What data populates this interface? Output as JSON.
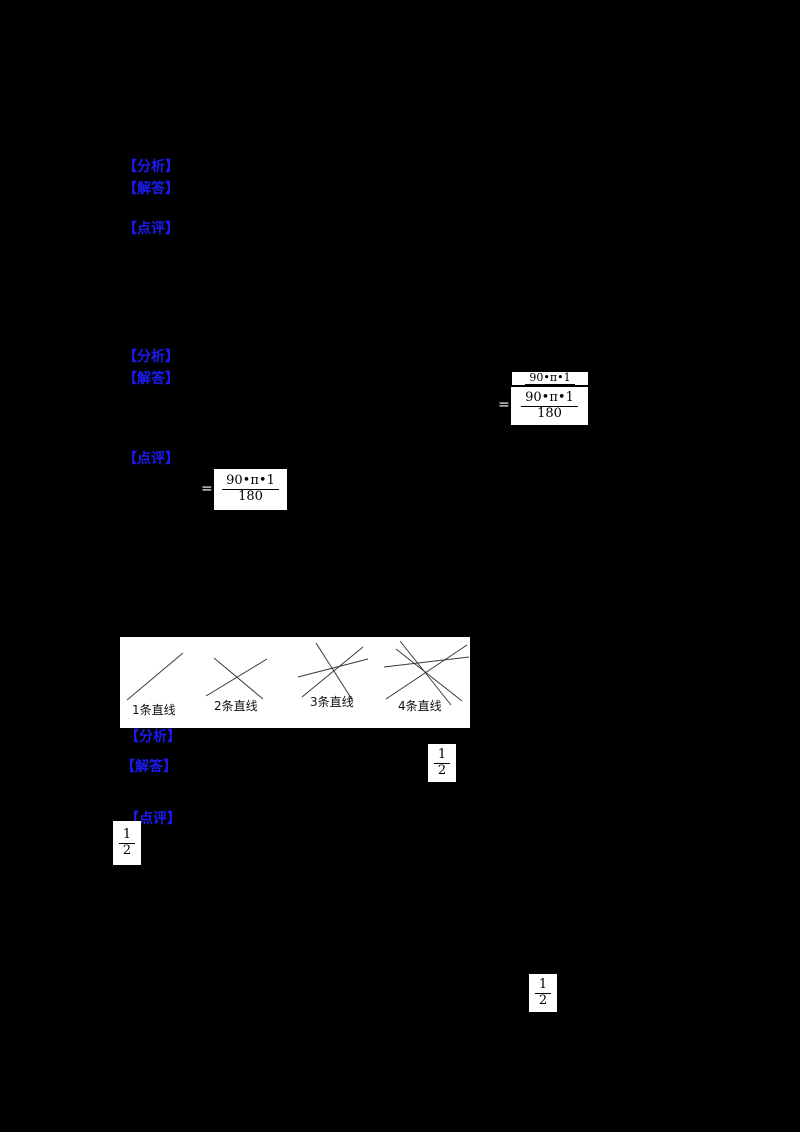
{
  "page": {
    "background": "#000000",
    "label_color": "#1b1bf0"
  },
  "labels": {
    "analysis": "【分析】",
    "answer": "【解答】",
    "comment": "【点评】"
  },
  "formulas": {
    "equals": "=",
    "arc": {
      "num": "90•π•1",
      "den": "180"
    },
    "half": {
      "num": "1",
      "den": "2"
    }
  },
  "diagram": {
    "items": [
      {
        "label": "1条直线"
      },
      {
        "label": "2条直线"
      },
      {
        "label": "3条直线"
      },
      {
        "label": "4条直线"
      }
    ]
  }
}
